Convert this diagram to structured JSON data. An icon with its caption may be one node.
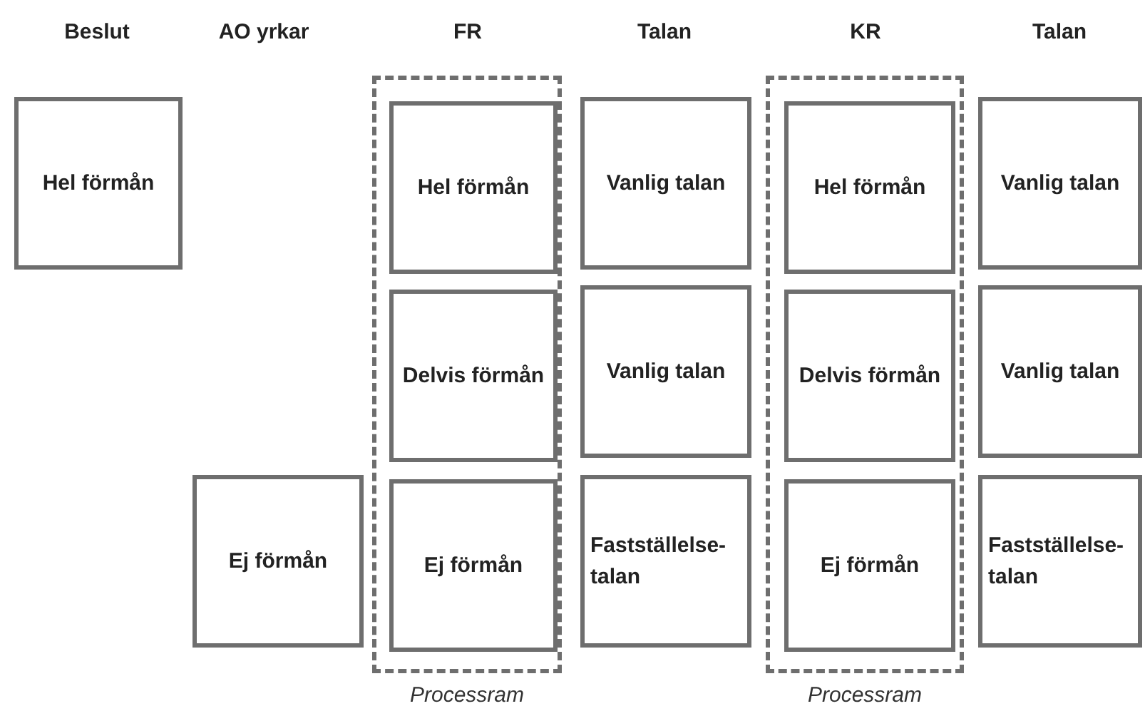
{
  "diagram": {
    "nodes": [
      {
        "text": [
          "Hel förmån"
        ]
      },
      {
        "text": [
          "Processram"
        ]
      },
      {
        "text": [
          "Hel förmån"
        ],
        "in": 1
      },
      {
        "text": [
          "Vanlig talan"
        ]
      },
      {
        "text": [
          "Processram"
        ]
      },
      {
        "text": [
          "Hel förmån"
        ],
        "in": 4
      },
      {
        "text": [
          "Vanlig talan"
        ]
      },
      {
        "text": [
          "Delvis förmån"
        ],
        "in": 1
      },
      {
        "text": [
          "Vanlig talan"
        ]
      },
      {
        "text": [
          "Delvis förmån"
        ],
        "in": 4
      },
      {
        "text": [
          "Vanlig talan"
        ]
      },
      {
        "text": [
          "Ej förmån"
        ]
      },
      {
        "text": [
          "Ej förmån"
        ],
        "in": 1
      },
      {
        "text": [
          "Fastställelse- talan"
        ]
      },
      {
        "text": [
          "Ej förmån"
        ],
        "in": 4
      },
      {
        "text": [
          "Fastställelse- talan"
        ]
      }
    ],
    "labels": [
      "Beslut",
      "AO yrkar",
      "FR",
      "Talan",
      "KR",
      "Talan"
    ]
  }
}
